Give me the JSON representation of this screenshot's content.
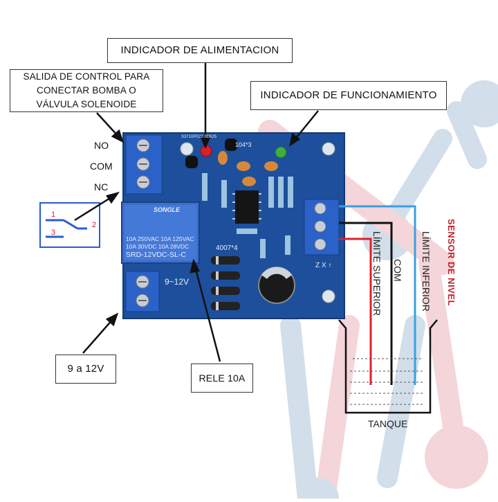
{
  "callouts": {
    "power_indicator": "INDICADOR DE ALIMENTACION",
    "control_output_line1": "SALIDA  DE CONTROL PARA",
    "control_output_line2": "CONECTAR BOMBA O",
    "control_output_line3": "VÁLVULA SOLENOIDE",
    "operation_indicator": "INDICADOR DE FUNCIONAMIENTO",
    "supply_voltage": "9 a 12V",
    "relay": "RELE 10A"
  },
  "terminals": {
    "no": "NO",
    "com": "COM",
    "nc": "NC"
  },
  "switch_symbol": {
    "pin1": "1",
    "pin2": "2",
    "pin3": "3"
  },
  "board": {
    "relay_brand": "SONGLE",
    "relay_rating1": "10A 250VAC  10A 125VAC",
    "relay_rating2": "10A  30VDC  10A  28VDC",
    "relay_model": "SRD-12VDC-SL-C",
    "supply_marking": "9~12V",
    "diode_marking": "4007*4",
    "capacitor_marking": "104*3",
    "serial_marking": "S3710P022-3D625",
    "sensor_marking": "Z X ↑"
  },
  "sensor": {
    "title": "SENSOR DE NIVEL",
    "upper": "LÍMITE SUPERIOR",
    "common": "COM",
    "lower": "LÍMITE INFERIOR",
    "tank": "TANQUE"
  },
  "colors": {
    "board_blue": "#1d4f9c",
    "terminal_blue": "#2a62c8",
    "wire_red": "#e0202a",
    "wire_black": "#111111",
    "wire_blue": "#3aa0e0",
    "sensor_red": "#c0202a"
  }
}
